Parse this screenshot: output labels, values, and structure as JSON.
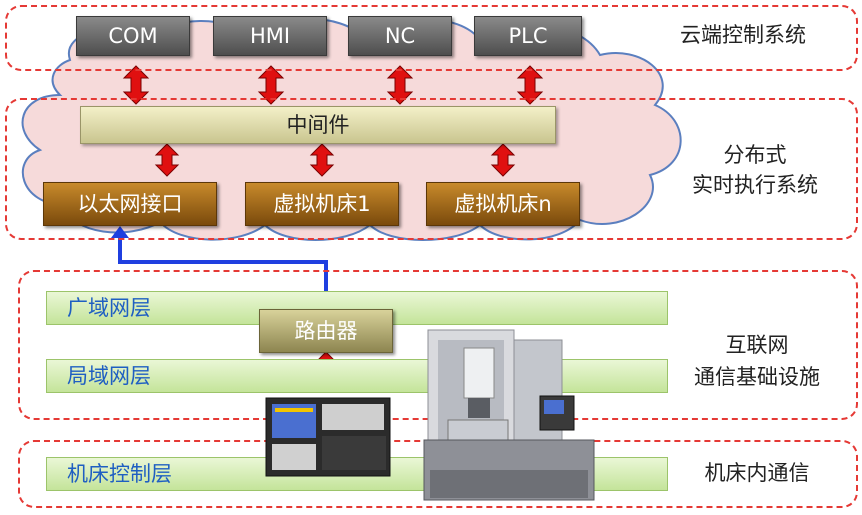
{
  "cloud_layer": {
    "items": [
      "COM",
      "HMI",
      "NC",
      "PLC"
    ],
    "label": "云端控制系统"
  },
  "distributed_layer": {
    "middleware": "中间件",
    "ethernet": "以太网接口",
    "vm1": "虚拟机床1",
    "vmn": "虚拟机床n",
    "label_line1": "分布式",
    "label_line2": "实时执行系统"
  },
  "network_layer": {
    "wan": "广域网层",
    "lan": "局域网层",
    "router": "路由器",
    "label_line1": "互联网",
    "label_line2": "通信基础设施"
  },
  "machine_layer": {
    "control": "机床控制层",
    "label": "机床内通信"
  },
  "colors": {
    "zone_border": "#e53935",
    "arrow_red": "#e01010",
    "link_blue": "#1f3fe0",
    "cloud_fill": "#f6dada"
  }
}
